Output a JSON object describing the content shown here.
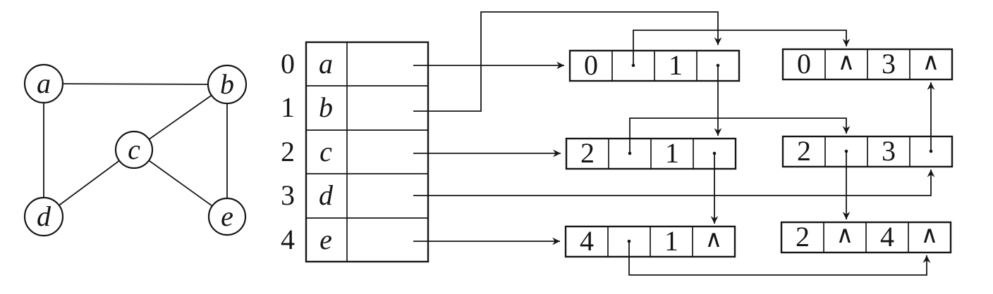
{
  "figure": {
    "kind": "adjacency-multilist-diagram",
    "null_symbol": "∧"
  },
  "graph": {
    "vertices": [
      {
        "label": "a"
      },
      {
        "label": "b"
      },
      {
        "label": "c"
      },
      {
        "label": "d"
      },
      {
        "label": "e"
      }
    ],
    "edges": [
      {
        "from": "a",
        "to": "b"
      },
      {
        "from": "a",
        "to": "d"
      },
      {
        "from": "b",
        "to": "c"
      },
      {
        "from": "b",
        "to": "e"
      },
      {
        "from": "c",
        "to": "d"
      },
      {
        "from": "c",
        "to": "e"
      }
    ]
  },
  "vertex_table": {
    "rows": [
      {
        "index": "0",
        "vertex": "a"
      },
      {
        "index": "1",
        "vertex": "b"
      },
      {
        "index": "2",
        "vertex": "c"
      },
      {
        "index": "3",
        "vertex": "d"
      },
      {
        "index": "4",
        "vertex": "e"
      }
    ]
  },
  "edge_nodes": [
    {
      "id": "edge-0-1",
      "cells": {
        "vertex1": "0",
        "link1": "",
        "vertex2": "1",
        "link2": ""
      }
    },
    {
      "id": "edge-0-3",
      "cells": {
        "vertex1": "0",
        "link1": "∧",
        "vertex2": "3",
        "link2": "∧"
      }
    },
    {
      "id": "edge-2-1",
      "cells": {
        "vertex1": "2",
        "link1": "",
        "vertex2": "1",
        "link2": ""
      }
    },
    {
      "id": "edge-2-3",
      "cells": {
        "vertex1": "2",
        "link1": "",
        "vertex2": "3",
        "link2": ""
      }
    },
    {
      "id": "edge-4-1",
      "cells": {
        "vertex1": "4",
        "link1": "",
        "vertex2": "1",
        "link2": "∧"
      }
    },
    {
      "id": "edge-2-4",
      "cells": {
        "vertex1": "2",
        "link1": "∧",
        "vertex2": "4",
        "link2": "∧"
      }
    }
  ],
  "pointers": {
    "heads": [
      {
        "row": "0",
        "points_to": "edge-0-1"
      },
      {
        "row": "1",
        "points_to": "edge-0-1"
      },
      {
        "row": "2",
        "points_to": "edge-2-1"
      },
      {
        "row": "3",
        "points_to": "edge-2-3"
      },
      {
        "row": "4",
        "points_to": "edge-4-1"
      }
    ],
    "links": [
      {
        "from": "edge-0-1.link1",
        "to": "edge-0-3"
      },
      {
        "from": "edge-0-1.link2",
        "to": "edge-2-1"
      },
      {
        "from": "edge-2-1.link1",
        "to": "edge-2-3"
      },
      {
        "from": "edge-2-1.link2",
        "to": "edge-4-1"
      },
      {
        "from": "edge-2-3.link1",
        "to": "edge-2-4"
      },
      {
        "from": "edge-2-3.link2",
        "to": "edge-0-3"
      },
      {
        "from": "edge-4-1.link1",
        "to": "edge-2-4"
      }
    ]
  },
  "colors": {
    "ink": "#161616",
    "background": "#ffffff"
  }
}
